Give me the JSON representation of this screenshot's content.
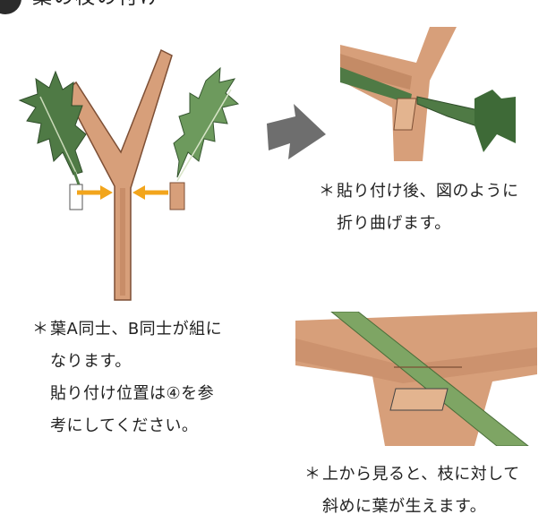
{
  "header": {
    "step_title": "葉の枝の付け"
  },
  "notes": {
    "pairing": {
      "star": "＊",
      "lines": [
        "葉A同士、B同士が組に",
        "なります。",
        "貼り付け位置は④を参",
        "考にしてください。"
      ]
    },
    "after_paste": {
      "star": "＊",
      "lines": [
        "貼り付け後、図のように",
        "折り曲げます。"
      ]
    },
    "top_view": {
      "star": "＊",
      "lines": [
        "上から見ると、枝に対して",
        "斜めに葉が生えます。"
      ]
    }
  },
  "colors": {
    "branch": "#d79f7a",
    "branch_shade": "#b97c56",
    "leaf": "#4f7a45",
    "leaf_light": "#6d9a5d",
    "arrow_orange": "#f2a51c",
    "arrow_gray": "#6e6e6e",
    "step_circle": "#2b2b2b"
  },
  "icons": [
    "step-number-icon",
    "right-arrow-icon",
    "left-arrow-icon",
    "next-step-arrow-icon"
  ]
}
